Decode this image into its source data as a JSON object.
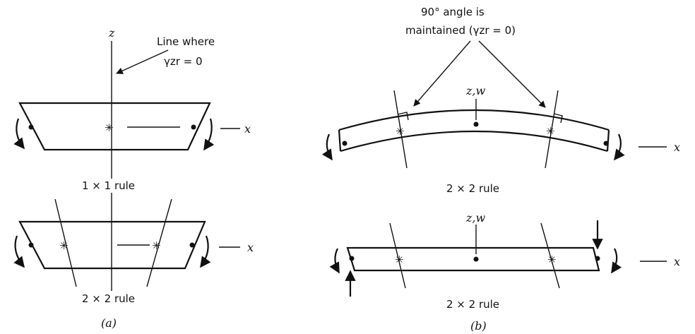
{
  "panel_a": {
    "caption": "(a)",
    "axis_z": "z",
    "axis_x_top": "x",
    "axis_x_bottom": "x",
    "callout_line1": "Line where",
    "callout_line2": "γzr = 0",
    "rule_top": "1 × 1 rule",
    "rule_bottom": "2 × 2 rule"
  },
  "panel_b": {
    "caption": "(b)",
    "callout_line1": "90° angle is",
    "callout_line2": "maintained (γzr = 0)",
    "axis_zw_top": "z,w",
    "axis_zw_bottom": "z,w",
    "axis_x_top": "x",
    "axis_x_bottom": "x",
    "rule_top": "2 × 2 rule",
    "rule_bottom": "2 × 2 rule"
  }
}
